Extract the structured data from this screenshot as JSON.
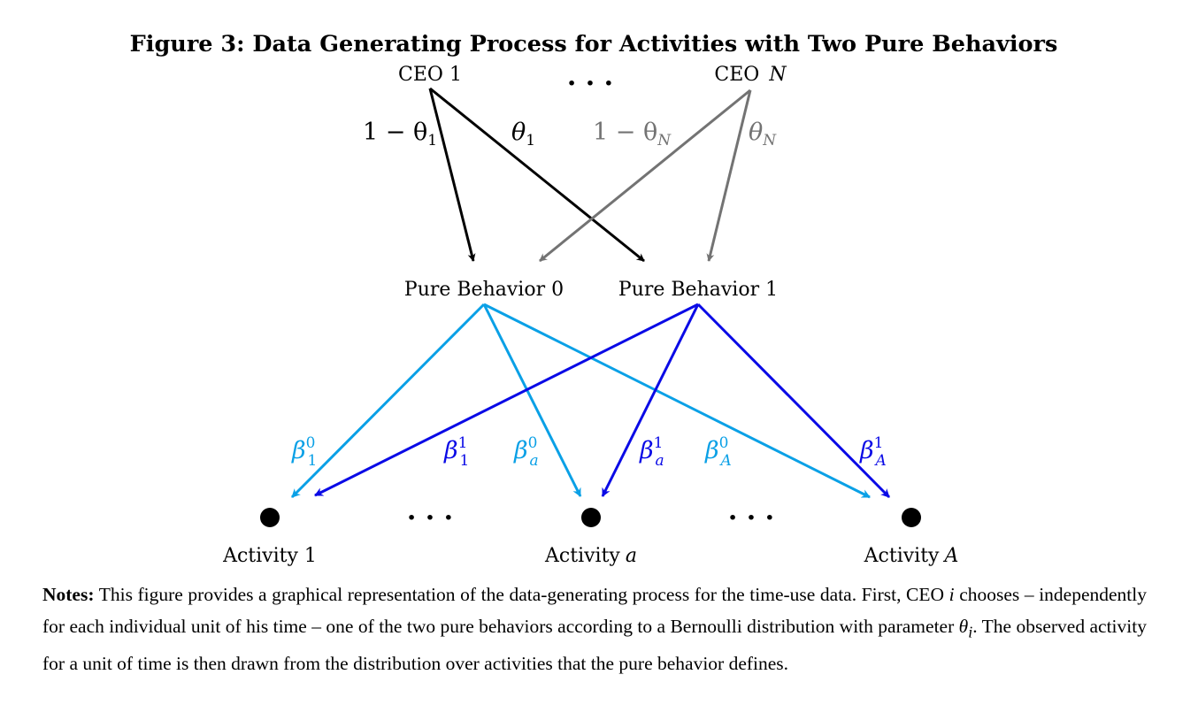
{
  "title": "Figure 3: Data Generating Process for Activities with Two Pure Behaviors",
  "ceos": {
    "first": {
      "prefix": "CEO 1",
      "var": ""
    },
    "last": {
      "prefix": "CEO",
      "var": "N"
    },
    "ellipsis": "· · ·"
  },
  "ceo_edges": [
    {
      "from": "CEO 1",
      "to": "Pure Behavior 0",
      "label": "1 − θ1",
      "main": "1 − θ",
      "sub": "1",
      "color": "#000000"
    },
    {
      "from": "CEO 1",
      "to": "Pure Behavior 1",
      "label": "θ1",
      "main": "θ",
      "sub": "1",
      "color": "#000000"
    },
    {
      "from": "CEO N",
      "to": "Pure Behavior 0",
      "label": "1 − θN",
      "main": "1 − θ",
      "sub": "N",
      "color": "#737373"
    },
    {
      "from": "CEO N",
      "to": "Pure Behavior 1",
      "label": "θN",
      "main": "θ",
      "sub": "N",
      "color": "#737373"
    }
  ],
  "behaviors": [
    {
      "label": "Pure Behavior 0",
      "color": "#0aa0e6"
    },
    {
      "label": "Pure Behavior 1",
      "color": "#0a0ae6"
    }
  ],
  "behavior_edges": [
    {
      "from": "Pure Behavior 0",
      "to": "Activity 1",
      "label": "β01",
      "main": "β",
      "sup": "0",
      "sub": "1",
      "color": "#0aa0e6"
    },
    {
      "from": "Pure Behavior 1",
      "to": "Activity 1",
      "label": "β11",
      "main": "β",
      "sup": "1",
      "sub": "1",
      "color": "#0a0ae6"
    },
    {
      "from": "Pure Behavior 0",
      "to": "Activity a",
      "label": "β0a",
      "main": "β",
      "sup": "0",
      "sub": "a",
      "color": "#0aa0e6"
    },
    {
      "from": "Pure Behavior 1",
      "to": "Activity a",
      "label": "β1a",
      "main": "β",
      "sup": "1",
      "sub": "a",
      "color": "#0a0ae6"
    },
    {
      "from": "Pure Behavior 0",
      "to": "Activity A",
      "label": "β0A",
      "main": "β",
      "sup": "0",
      "sub": "A",
      "color": "#0aa0e6"
    },
    {
      "from": "Pure Behavior 1",
      "to": "Activity A",
      "label": "β1A",
      "main": "β",
      "sup": "1",
      "sub": "A",
      "color": "#0a0ae6"
    }
  ],
  "activities": [
    {
      "prefix": "Activity 1",
      "var": ""
    },
    {
      "prefix": "Activity",
      "var": "a"
    },
    {
      "prefix": "Activity",
      "var": "A"
    }
  ],
  "activity_ellipsis": "· · ·",
  "notes": {
    "label": "Notes:",
    "part1": " This figure provides a graphical representation of the data-generating process for the time-use data. First, CEO ",
    "var_i": "i",
    "part2": " chooses – independently for each individual unit of his time – one of the two pure behaviors according to a Bernoulli distribution with parameter ",
    "var_theta": "θ",
    "sub_i": "i",
    "part3": ". The observed activity for a unit of time is then drawn from the distribution over activities that the pure behavior defines."
  }
}
